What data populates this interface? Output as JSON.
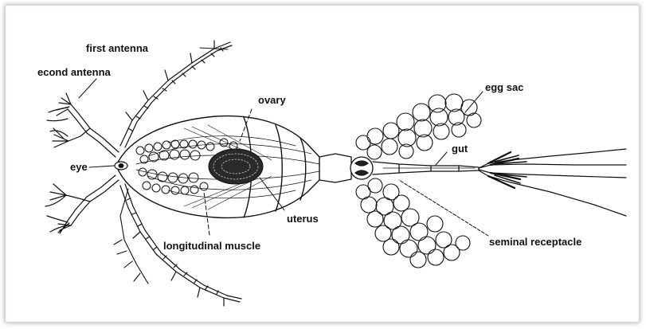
{
  "labels": {
    "first_antenna": "first antenna",
    "second_antenna": "econd antenna",
    "ovary": "ovary",
    "egg_sac": "egg sac",
    "gut": "gut",
    "eye": "eye",
    "uterus": "uterus",
    "longitudinal_muscle": "longitudinal muscle",
    "seminal_receptacle": "seminal receptacle"
  },
  "colors": {
    "ink": "#111111",
    "background": "#ffffff"
  }
}
